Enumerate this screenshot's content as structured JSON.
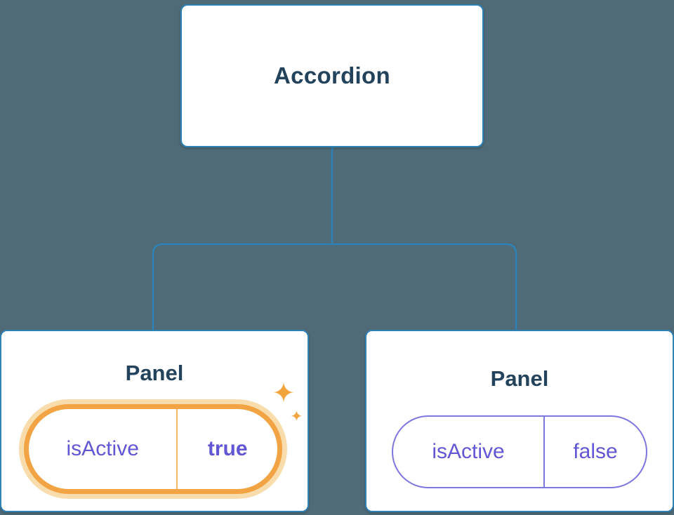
{
  "diagram": {
    "root": {
      "label": "Accordion"
    },
    "children": [
      {
        "label": "Panel",
        "prop": {
          "name": "isActive",
          "value": "true"
        },
        "highlighted": true
      },
      {
        "label": "Panel",
        "prop": {
          "name": "isActive",
          "value": "false"
        },
        "highlighted": false
      }
    ]
  },
  "icons": {
    "sparkle": "✦"
  },
  "colors": {
    "background": "#4e6b77",
    "node_fill": "#ffffff",
    "node_border": "#2f82b6",
    "node_label_text": "#23425c",
    "connector": "#2f82b6",
    "prop_text_purple": "#6156d3",
    "prop_border_purple": "#7d76de",
    "highlight_orange": "#f2a444",
    "highlight_glow": "#f8dcab"
  }
}
